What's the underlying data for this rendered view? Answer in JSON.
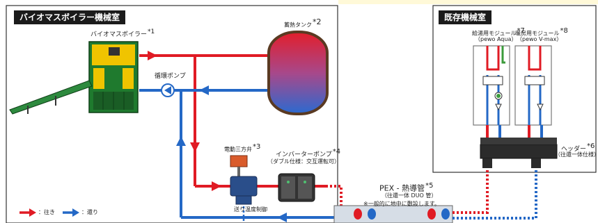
{
  "rooms": {
    "biomass_room": "バイオマスボイラー機械室",
    "existing_room": "既存機械室"
  },
  "components": {
    "boiler": {
      "name": "バイオマスボイラー",
      "num": "*1"
    },
    "tank": {
      "name": "蓄熱タンク",
      "num": "*2"
    },
    "circ_pump": {
      "name": "循環ポンプ"
    },
    "valve": {
      "name": "電動三方弁",
      "num": "*3"
    },
    "inverter_pump": {
      "name": "インバーターポンプ",
      "num": "*4",
      "note": "（ダブル仕様：交互運転可）"
    },
    "pipe": {
      "name": "PEX - 熱導管",
      "num": "*5",
      "note1": "（往還一体 DUO 管）",
      "note2": "※一般的に地中に敷設します。"
    },
    "module_aqua": {
      "name": "給湯用モジュール",
      "num": "*7",
      "model": "（pewo Aqua）"
    },
    "module_vmax": {
      "name": "暖房用モジュール",
      "num": "*8",
      "model": "（pewo V-max）"
    },
    "header": {
      "name": "ヘッダー",
      "num": "*6",
      "note": "（往還一体仕様）"
    }
  },
  "annotations": {
    "return_temp": "送り温度制御"
  },
  "legend": {
    "supply": "：往き",
    "return": "：還り"
  },
  "colors": {
    "supply": "#e01b24",
    "return": "#2468c6",
    "boiler": "#1f7a2e",
    "boiler_accent": "#f0c400",
    "background_band": "#fff9d8"
  }
}
